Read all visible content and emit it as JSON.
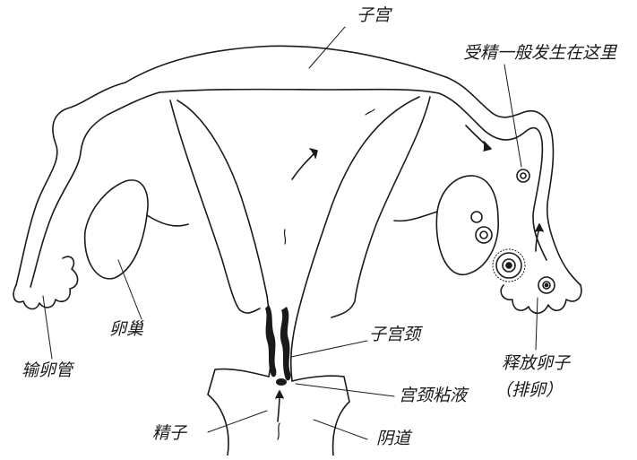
{
  "labels": {
    "uterus": "子宫",
    "fertilization_site": "受精一般发生在这里",
    "ovary": "卵巢",
    "fallopian_tube": "输卵管",
    "cervix": "子宫颈",
    "cervical_mucus": "宫颈粘液",
    "sperm": "精子",
    "vagina": "阴道",
    "ovulation_line1": "释放卵子",
    "ovulation_line2": "（排卵）"
  }
}
